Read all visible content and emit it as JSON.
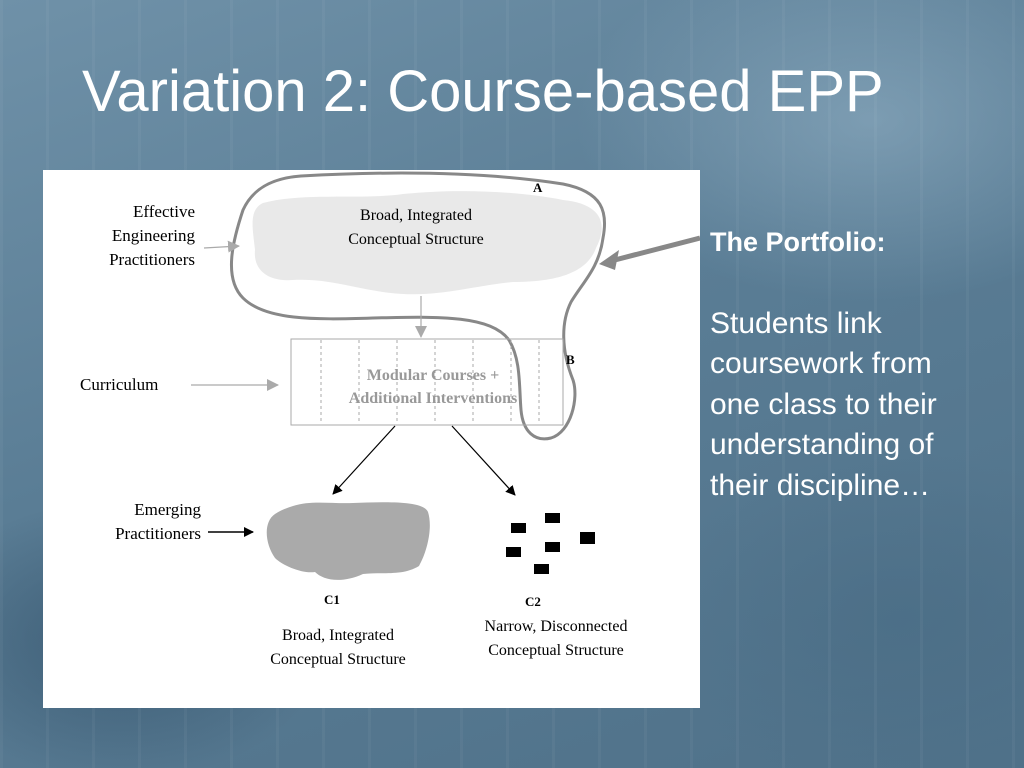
{
  "slide": {
    "title": "Variation 2: Course-based EPP"
  },
  "diagram": {
    "point_labels": {
      "a": "A",
      "b": "B",
      "c1": "C1",
      "c2": "C2"
    },
    "effective_label": [
      "Effective",
      "Engineering",
      "Practitioners"
    ],
    "top_cloud_text": [
      "Broad, Integrated",
      "Conceptual Structure"
    ],
    "curriculum_label": "Curriculum",
    "modular_text": [
      "Modular Courses +",
      "Additional Interventions"
    ],
    "emerging_label": [
      "Emerging",
      "Practitioners"
    ],
    "c1_text": [
      "Broad, Integrated",
      "Conceptual Structure"
    ],
    "c2_text": [
      "Narrow, Disconnected",
      "Conceptual Structure"
    ]
  },
  "sidebar": {
    "heading": "The Portfolio:",
    "body_lines": [
      "Students link",
      "coursework from",
      "one class to their",
      "understanding of",
      "their discipline…"
    ]
  },
  "colors": {
    "background": "#5b7e95",
    "title": "#ffffff",
    "cloud_light": "#e9e9e9",
    "cloud_dark": "#aaaaaa",
    "portfolio_outline": "#888888",
    "squares": "#000000"
  }
}
